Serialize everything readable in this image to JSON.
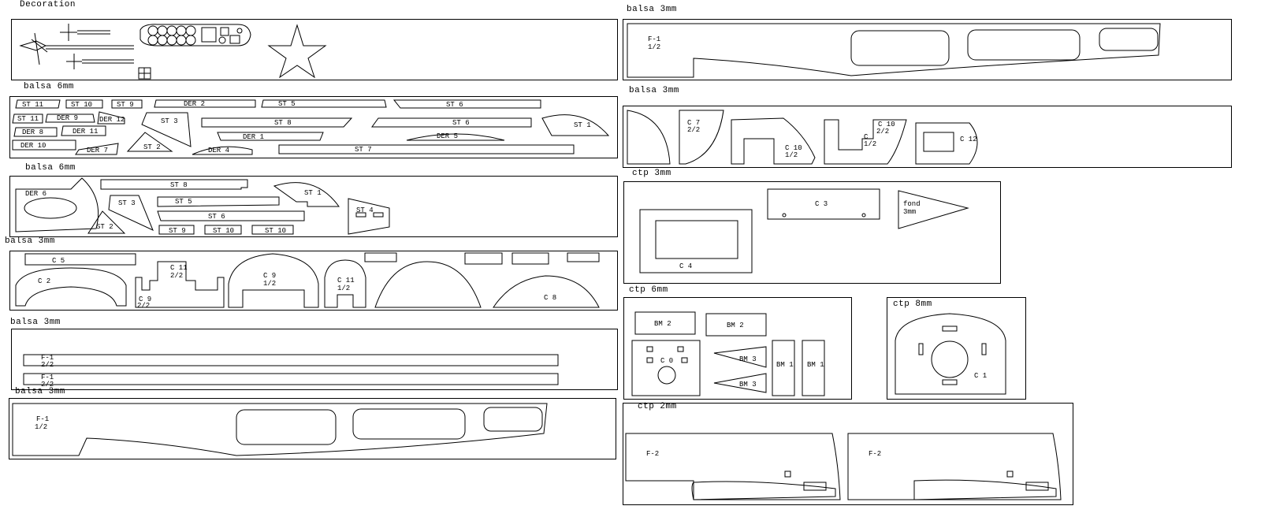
{
  "sheets": {
    "decoration": {
      "title": "Decoration"
    },
    "balsa6_top": {
      "title": "balsa 6mm"
    },
    "balsa6_mid": {
      "title": "balsa 6mm"
    },
    "balsa3_c": {
      "title": "balsa 3mm"
    },
    "balsa3_strips": {
      "title": "balsa 3mm"
    },
    "balsa3_f1_left": {
      "title": "balsa 3mm"
    },
    "balsa3_f1_right": {
      "title": "balsa 3mm"
    },
    "balsa3_right_c": {
      "title": "balsa 3mm"
    },
    "ctp3": {
      "title": "ctp 3mm"
    },
    "ctp6": {
      "title": "ctp 6mm"
    },
    "ctp8": {
      "title": "ctp 8mm"
    },
    "ctp2": {
      "title": "ctp 2mm"
    }
  },
  "parts": {
    "st11a": "ST 11",
    "st10a": "ST 10",
    "st9a": "ST 9",
    "der2": "DER 2",
    "st5a": "ST 5",
    "st6a": "ST 6",
    "st11b": "ST 11",
    "der9": "DER 9",
    "der12": "DER 12",
    "st3a": "ST 3",
    "st8a": "ST 8",
    "st6b": "ST 6",
    "st1a": "ST 1",
    "der8": "DER 8",
    "der11": "DER 11",
    "der1": "DER 1",
    "der5": "DER 5",
    "der10": "DER 10",
    "der7": "DER 7",
    "st2a": "ST 2",
    "der4": "DER 4",
    "st7": "ST 7",
    "der6": "DER 6",
    "st8b": "ST 8",
    "st3b": "ST 3",
    "st5b": "ST 5",
    "st1b": "ST 1",
    "st4": "ST 4",
    "st6c": "ST 6",
    "st2b": "ST 2",
    "st9b": "ST 9",
    "st10b": "ST 10",
    "st10c": "ST 10",
    "c5": "C 5",
    "c2": "C 2",
    "c11a": "C 11",
    "c11a_frac": "2/2",
    "c9a": "C 9",
    "c9a_frac": "2/2",
    "c9b": "C 9",
    "c9b_frac": "1/2",
    "c11b": "C 11",
    "c11b_frac": "1/2",
    "c8": "C 8",
    "f1a": "F-1",
    "f1a_frac": "2/2",
    "f1b": "F-1",
    "f1b_frac": "2/2",
    "f1c": "F-1",
    "f1c_frac": "1/2",
    "f1d": "F-1",
    "f1d_frac": "1/2",
    "c7": "C 7",
    "c7_frac": "2/2",
    "c10a": "C 10",
    "c10a_frac": "1/2",
    "c10b": "C 10",
    "c10b_frac": "2/2",
    "c1_small": "C",
    "c1_small_frac": "1/2",
    "c12": "C 12",
    "c3": "C 3",
    "c4": "C 4",
    "fond": "fond",
    "fond_frac": "3mm",
    "bm2a": "BM 2",
    "bm2b": "BM 2",
    "c0": "C 0",
    "bm3a": "BM 3",
    "bm3b": "BM 3",
    "bm1a": "BM 1",
    "bm1b": "BM 1",
    "c1": "C 1",
    "f2a": "F-2",
    "f2b": "F-2"
  }
}
